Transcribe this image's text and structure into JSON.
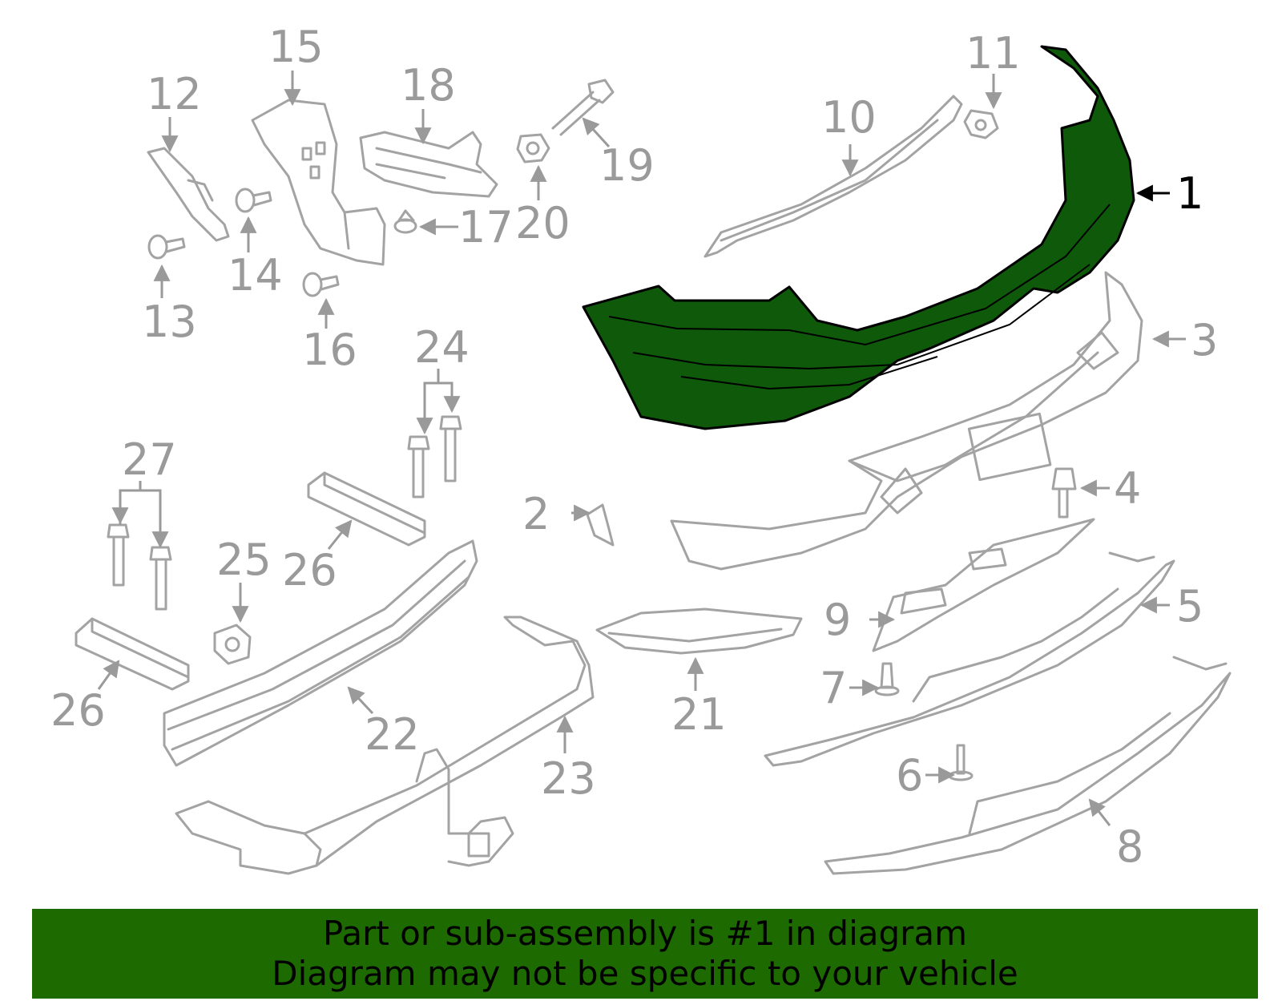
{
  "diagram": {
    "highlight_color": "#0e5a0a",
    "highlighted_part": "1",
    "callouts": {
      "c1": "1",
      "c2": "2",
      "c3": "3",
      "c4": "4",
      "c5": "5",
      "c6": "6",
      "c7": "7",
      "c8": "8",
      "c9": "9",
      "c10": "10",
      "c11": "11",
      "c12": "12",
      "c13": "13",
      "c14": "14",
      "c15": "15",
      "c16": "16",
      "c17": "17",
      "c18": "18",
      "c19": "19",
      "c20": "20",
      "c21": "21",
      "c22": "22",
      "c23": "23",
      "c24": "24",
      "c25": "25",
      "c26a": "26",
      "c26b": "26",
      "c27": "27"
    }
  },
  "banner": {
    "background": "#1d6b00",
    "line1": "Part or sub-assembly is #1 in diagram",
    "line2": "Diagram may not be specific to your vehicle"
  }
}
